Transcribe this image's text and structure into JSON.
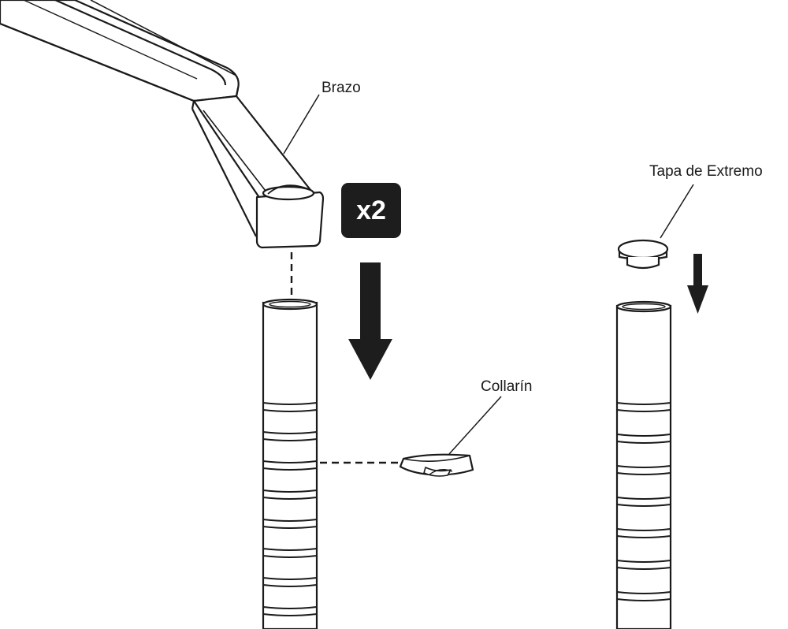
{
  "labels": {
    "arm": "Brazo",
    "end_cap": "Tapa de Extremo",
    "collar": "Collarín"
  },
  "badge": {
    "quantity": "x2"
  },
  "colors": {
    "line": "#1a1a1a",
    "badge_background": "#1d1d1d",
    "badge_text": "#ffffff",
    "background": "#ffffff"
  }
}
